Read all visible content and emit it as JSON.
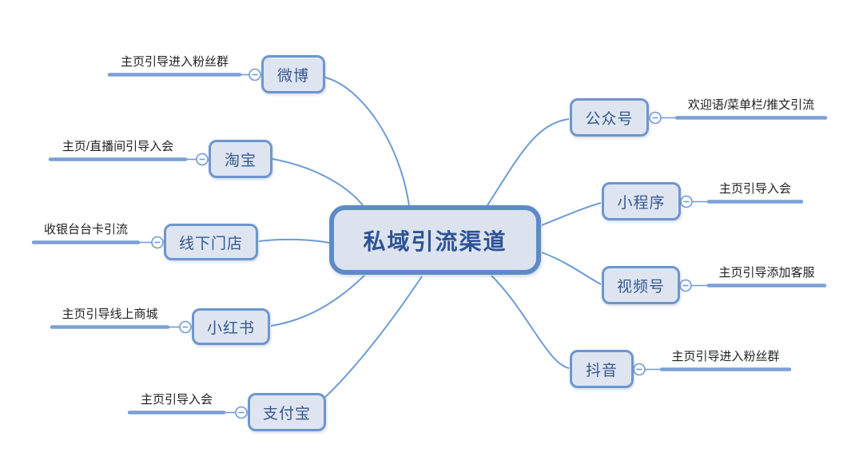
{
  "root": {
    "label": "私域引流渠道"
  },
  "branches": {
    "left": [
      {
        "label": "微博",
        "leaf": "主页引导进入粉丝群"
      },
      {
        "label": "淘宝",
        "leaf": "主页/直播间引导入会"
      },
      {
        "label": "线下门店",
        "leaf": "收银台台卡引流"
      },
      {
        "label": "小红书",
        "leaf": "主页引导线上商城"
      },
      {
        "label": "支付宝",
        "leaf": "主页引导入会"
      }
    ],
    "right": [
      {
        "label": "公众号",
        "leaf": "欢迎语/菜单栏/推文引流"
      },
      {
        "label": "小程序",
        "leaf": "主页引导入会"
      },
      {
        "label": "视频号",
        "leaf": "主页引导添加客服"
      },
      {
        "label": "抖音",
        "leaf": "主页引导进入粉丝群"
      }
    ]
  },
  "colors": {
    "node_border": "#6d96ce",
    "node_fill": "#dee5f1",
    "root_border": "#5e8ac6",
    "root_fill": "#dce3ee",
    "node_text": "#35578f",
    "leaf_text": "#1f1f1f",
    "leaf_underline": "#7aa0d6",
    "connector_curve": "#6e9bd4"
  }
}
